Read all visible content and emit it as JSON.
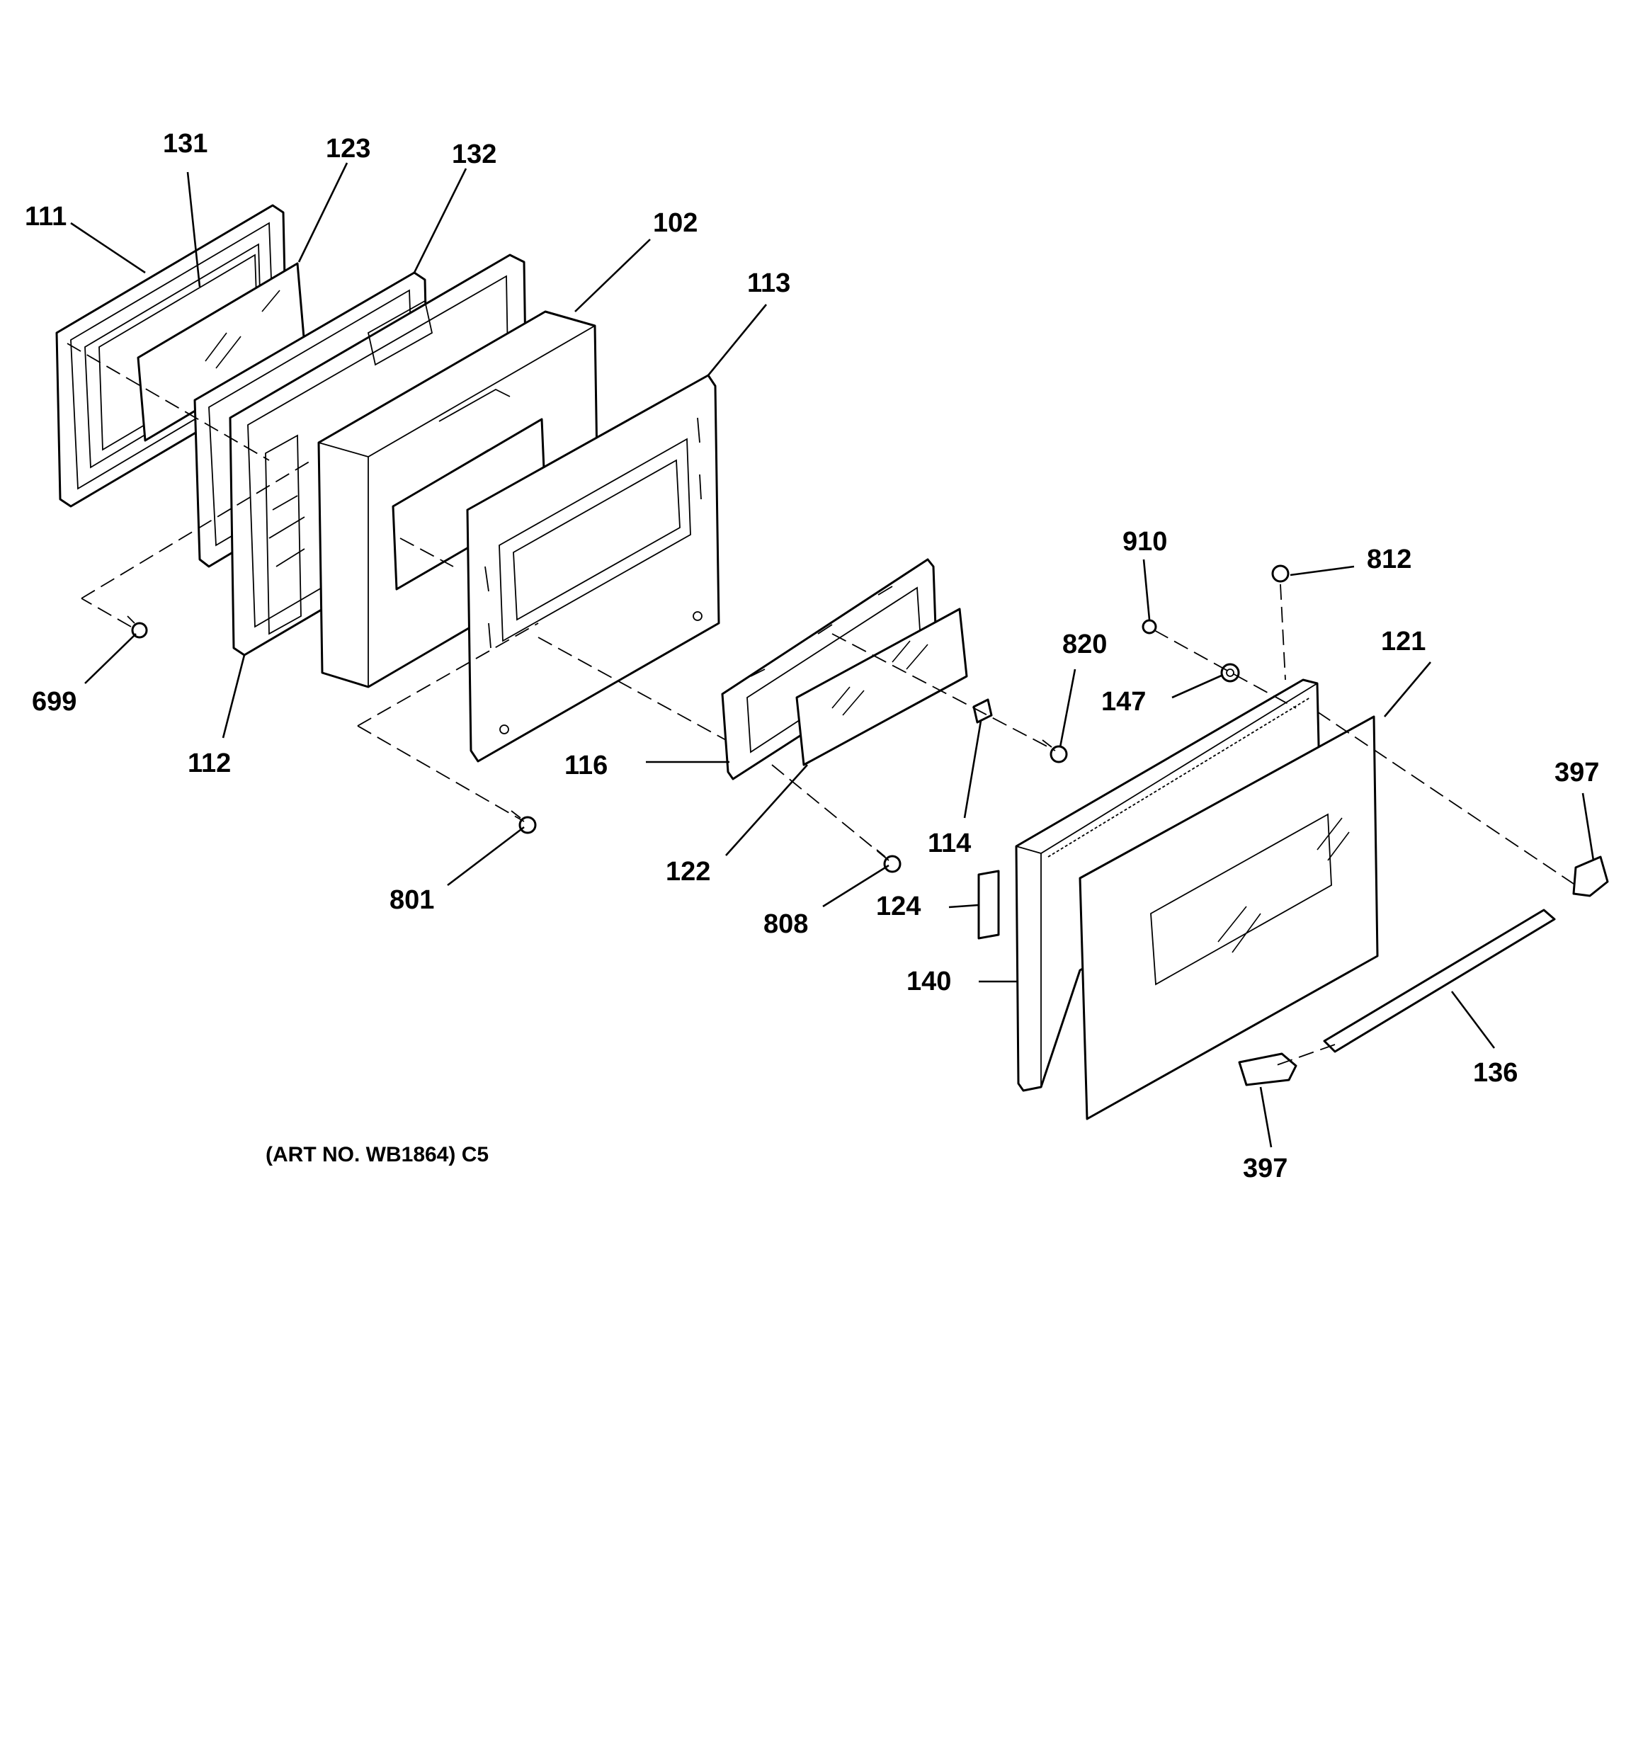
{
  "caption": "(ART NO. WB1864) C5",
  "callouts": {
    "p111": "111",
    "p131": "131",
    "p123": "123",
    "p132": "132",
    "p102": "102",
    "p113": "113",
    "p699": "699",
    "p112": "112",
    "p116": "116",
    "p122": "122",
    "p801": "801",
    "p808": "808",
    "p114": "114",
    "p820": "820",
    "p910": "910",
    "p812": "812",
    "p147": "147",
    "p121": "121",
    "p397_top": "397",
    "p124": "124",
    "p140": "140",
    "p136": "136",
    "p397_bottom": "397"
  }
}
